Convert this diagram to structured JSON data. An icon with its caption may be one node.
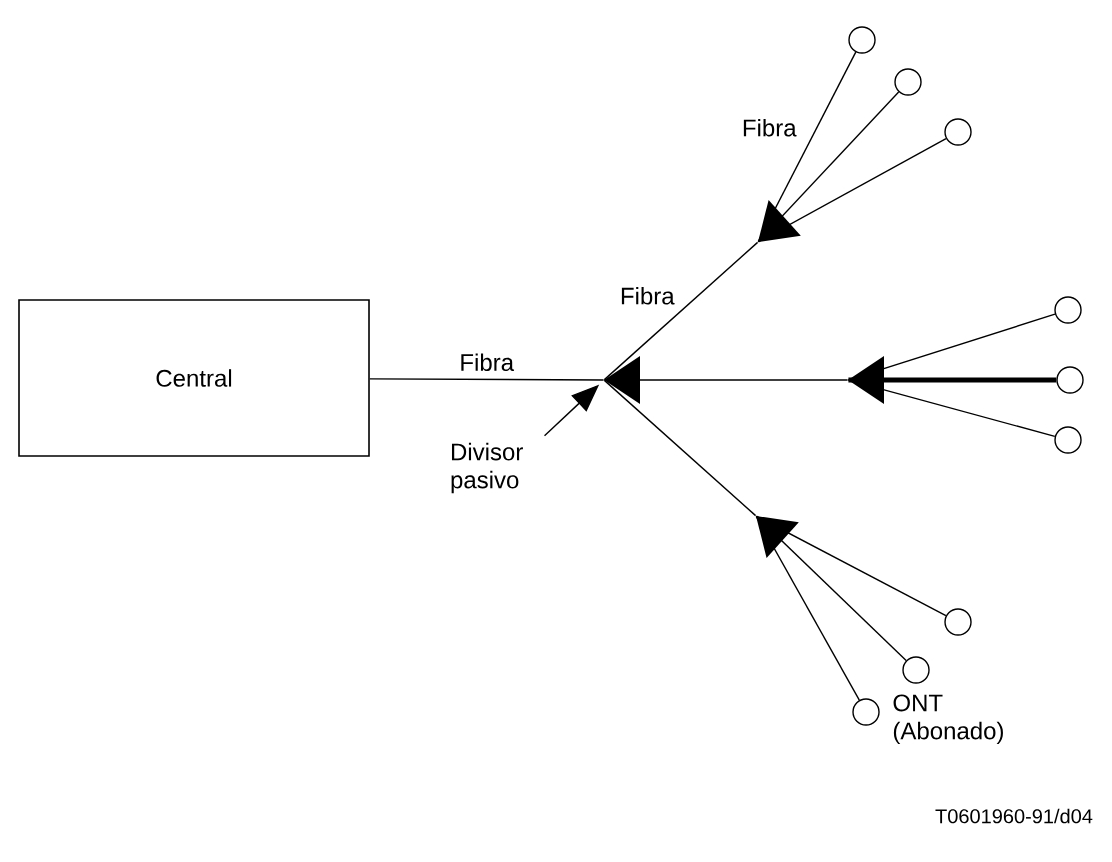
{
  "diagram": {
    "nodes": [
      {
        "text": [
          "Central"
        ]
      },
      {
        "text": [],
        "shape": "triangle"
      },
      {
        "text": [],
        "shape": "triangle"
      },
      {
        "text": [],
        "shape": "triangle"
      },
      {
        "text": [],
        "shape": "triangle"
      },
      {
        "text": [],
        "shape": "circle"
      },
      {
        "text": [],
        "shape": "circle"
      },
      {
        "text": [],
        "shape": "circle"
      },
      {
        "text": [],
        "shape": "circle"
      },
      {
        "text": [],
        "shape": "circle"
      },
      {
        "text": [],
        "shape": "circle"
      },
      {
        "text": [],
        "shape": "circle"
      },
      {
        "text": [],
        "shape": "circle"
      },
      {
        "text": [],
        "shape": "circle",
        "beside": [
          "ONT (Abonado)"
        ]
      },
      {
        "text": [
          "Divisor pasivo"
        ]
      }
    ],
    "edges": [
      {
        "from": 0,
        "to": 1,
        "arrow": "none",
        "label": "Fibra"
      },
      {
        "from": 1,
        "to": 2,
        "arrow": "none",
        "label": "Fibra"
      },
      {
        "from": 1,
        "to": 3,
        "arrow": "none"
      },
      {
        "from": 1,
        "to": 4,
        "arrow": "none"
      },
      {
        "from": 2,
        "to": 5,
        "arrow": "none",
        "label": "Fibra"
      },
      {
        "from": 2,
        "to": 6,
        "arrow": "none"
      },
      {
        "from": 2,
        "to": 7,
        "arrow": "none"
      },
      {
        "from": 3,
        "to": 8,
        "arrow": "none"
      },
      {
        "from": 3,
        "to": 9,
        "arrow": "none",
        "style": "thick"
      },
      {
        "from": 3,
        "to": 10,
        "arrow": "none"
      },
      {
        "from": 4,
        "to": 11,
        "arrow": "none"
      },
      {
        "from": 4,
        "to": 12,
        "arrow": "none"
      },
      {
        "from": 4,
        "to": 13,
        "arrow": "none"
      },
      {
        "from": 14,
        "to": 1,
        "arrow": "to"
      }
    ],
    "labels": [
      "T0601960-91/d04"
    ]
  }
}
